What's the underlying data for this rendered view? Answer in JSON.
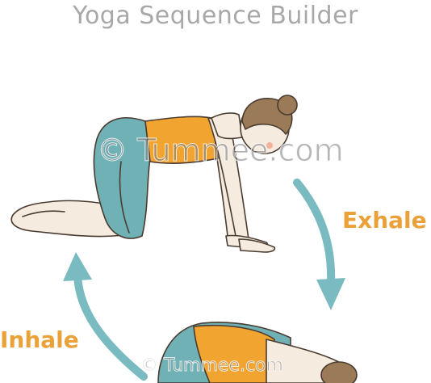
{
  "title": "Yoga Sequence Builder",
  "labels": {
    "exhale": "Exhale",
    "inhale": "Inhale"
  },
  "watermarks": {
    "primary": "© Tummee.com",
    "secondary": "© Tummee.com"
  },
  "colors": {
    "title": "#a8a8a8",
    "label": "#eba13a",
    "arrow": "#79bbc0",
    "shirt": "#f2a431",
    "pants": "#6fb1b5",
    "skin": "#f5ecdf",
    "hair": "#9b7b57"
  }
}
